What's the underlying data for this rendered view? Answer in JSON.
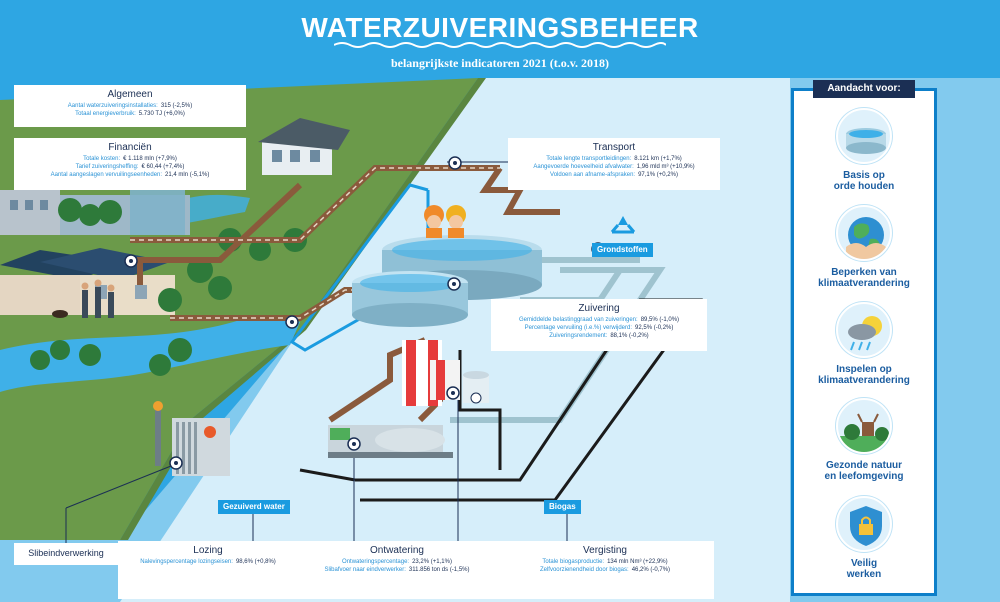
{
  "header": {
    "title": "WATERZUIVERINGSBEHEER",
    "subtitle": "belangrijkste indicatoren 2021 (t.o.v. 2018)"
  },
  "cards": {
    "algemeen": {
      "title": "Algemeen",
      "rows": [
        {
          "label": "Aantal waterzuiveringsinstallaties:",
          "value": "315 (-2,5%)"
        },
        {
          "label": "Totaal energieverbruik:",
          "value": "5.730 TJ (+6,0%)"
        }
      ]
    },
    "financien": {
      "title": "Financiën",
      "rows": [
        {
          "label": "Totale kosten:",
          "value": "€ 1.118 mln (+7,9%)"
        },
        {
          "label": "Tarief zuiveringsheffing:",
          "value": "€ 60,44 (+7,4%)"
        },
        {
          "label": "Aantal aangeslagen vervuilingseenheden:",
          "value": "21,4 mln (-5,1%)"
        }
      ]
    },
    "transport": {
      "title": "Transport",
      "rows": [
        {
          "label": "Totale lengte transportleidingen:",
          "value": "8.121 km (+1,7%)"
        },
        {
          "label": "Aangevoerde hoeveelheid afvalwater:",
          "value": "1,96 mld m³ (+10,9%)"
        },
        {
          "label": "Voldoen aan afname-afspraken:",
          "value": "97,1% (+0,2%)"
        }
      ]
    },
    "zuivering": {
      "title": "Zuivering",
      "rows": [
        {
          "label": "Gemiddelde belastinggraad van zuiveringen:",
          "value": "89,5% (-1,0%)"
        },
        {
          "label": "Percentage vervuiling (i.e.%) verwijderd:",
          "value": "92,5% (-0,2%)"
        },
        {
          "label": "Zuiveringsrendement:",
          "value": "88,1% (-0,2%)"
        }
      ]
    },
    "lozing": {
      "title": "Lozing",
      "rows": [
        {
          "label": "Nalevingspercentage lozingseisen:",
          "value": "98,6% (+0,8%)"
        }
      ]
    },
    "ontwatering": {
      "title": "Ontwatering",
      "rows": [
        {
          "label": "Ontwateringspercentage:",
          "value": "23,2% (+1,1%)"
        },
        {
          "label": "Slibafvoer naar eindverwerker:",
          "value": "311.856 ton ds (-1,5%)"
        }
      ]
    },
    "vergisting": {
      "title": "Vergisting",
      "rows": [
        {
          "label": "Totale biogasproductie:",
          "value": "134 mln Nm³ (+22,9%)"
        },
        {
          "label": "Zelfvoorzienendheid door biogas:",
          "value": "46,2% (-0,7%)"
        }
      ]
    },
    "slibeindverwerking": {
      "title": "Slibeindverwerking"
    }
  },
  "tags": {
    "grondstoffen": "Grondstoffen",
    "gezuiverd_water": "Gezuiverd water",
    "biogas": "Biogas"
  },
  "sidebar": {
    "heading": "Aandacht voor:",
    "items": [
      {
        "line1": "Basis op",
        "line2": "orde houden",
        "icon": "basin-icon"
      },
      {
        "line1": "Beperken van",
        "line2": "klimaatverandering",
        "icon": "globe-icon"
      },
      {
        "line1": "Inspelen op",
        "line2": "klimaatverandering",
        "icon": "weather-icon"
      },
      {
        "line1": "Gezonde natuur",
        "line2": "en leefomgeving",
        "icon": "nature-icon"
      },
      {
        "line1": "Veilig",
        "line2": "werken",
        "icon": "shield-lock-icon"
      }
    ]
  },
  "colors": {
    "background": "#2ea6e3",
    "water": "#cfeaf8",
    "land": "#6b9a4a",
    "navy": "#1b2f54",
    "accent": "#1a9be0",
    "pipe": "#8a5a3c"
  }
}
